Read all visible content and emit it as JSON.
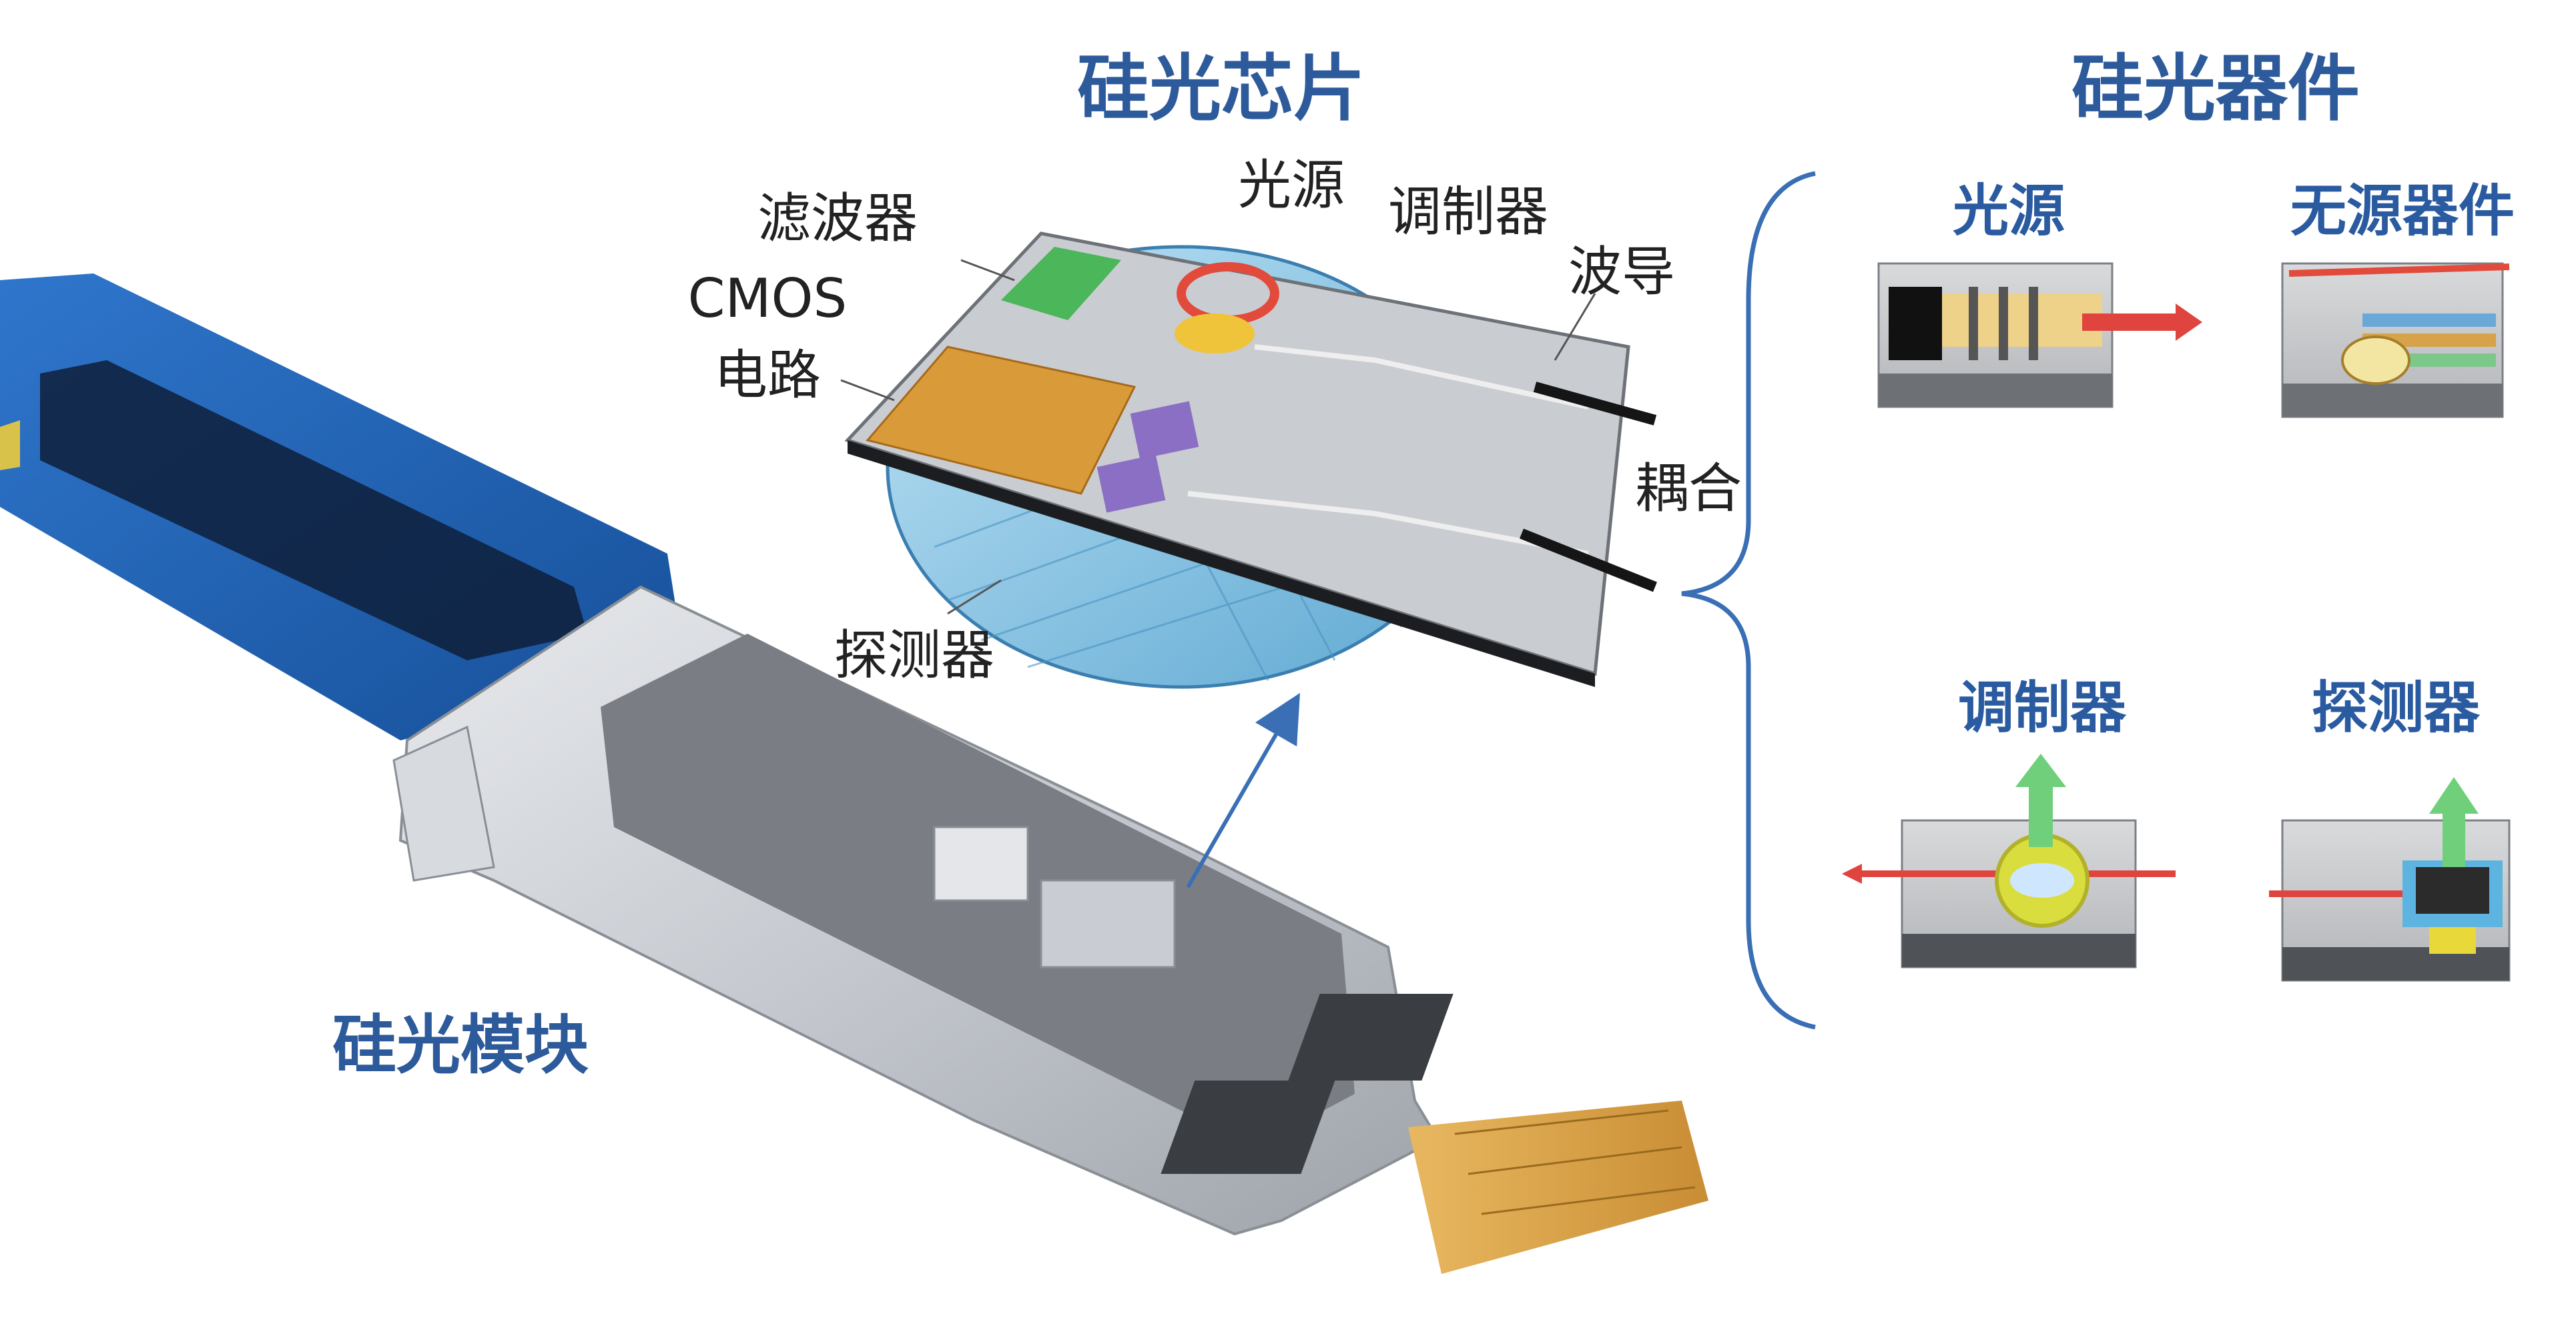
{
  "titles": {
    "chip": "硅光芯片",
    "devices": "硅光器件",
    "module": "硅光模块"
  },
  "chip_labels": {
    "filter": "滤波器",
    "light_source": "光源",
    "modulator": "调制器",
    "cmos": "CMOS",
    "circuit": "电路",
    "waveguide": "波导",
    "coupling": "耦合",
    "detector": "探测器"
  },
  "device_labels": {
    "light_source": "光源",
    "passive": "无源器件",
    "modulator": "调制器",
    "detector": "探测器"
  },
  "colors": {
    "title": "#2d5a9a",
    "module_blue": "#1f5fb0",
    "bracket": "#3a6fb5",
    "gold": "#d6a24a"
  }
}
